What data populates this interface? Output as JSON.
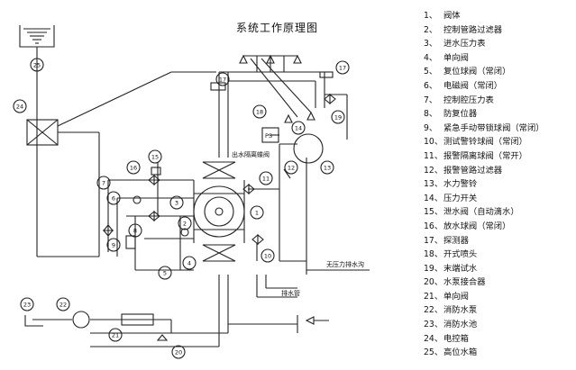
{
  "title": "系统工作原理图",
  "legend": [
    {
      "num": "1、",
      "label": "阀体"
    },
    {
      "num": "2、",
      "label": "控制管路过滤器"
    },
    {
      "num": "3、",
      "label": "进水压力表"
    },
    {
      "num": "4、",
      "label": "单向阀"
    },
    {
      "num": "5、",
      "label": "复位球阀（常闭）"
    },
    {
      "num": "6、",
      "label": "电磁阀（常闭）"
    },
    {
      "num": "7、",
      "label": "控制腔压力表"
    },
    {
      "num": "8、",
      "label": "防复位器"
    },
    {
      "num": "9、",
      "label": "紧急手动带锁球阀（常闭）"
    },
    {
      "num": "10、",
      "label": "测试警铃球阀（常闭）"
    },
    {
      "num": "11、",
      "label": "报警隔离球阀（常开）"
    },
    {
      "num": "12、",
      "label": "报警管路过滤器"
    },
    {
      "num": "13、",
      "label": "水力警铃"
    },
    {
      "num": "14、",
      "label": "压力开关"
    },
    {
      "num": "15、",
      "label": "泄水阀（自动滴水）"
    },
    {
      "num": "16、",
      "label": "放水球阀（常闭）"
    },
    {
      "num": "17、",
      "label": "探测器"
    },
    {
      "num": "18、",
      "label": "开式喷头"
    },
    {
      "num": "19、",
      "label": "末端试水"
    },
    {
      "num": "20、",
      "label": "水泵接合器"
    },
    {
      "num": "21、",
      "label": "单向阀"
    },
    {
      "num": "22、",
      "label": "消防水泵"
    },
    {
      "num": "23、",
      "label": "消防水池"
    },
    {
      "num": "24、",
      "label": "电控箱"
    },
    {
      "num": "25、",
      "label": "高位水箱"
    }
  ],
  "labels": {
    "outlet_valve": "出水隔离蝶阀",
    "no_pressure_drain": "无压力排水沟",
    "drain_pipe": "排水管",
    "ps": "PS"
  },
  "callouts": [
    "1",
    "2",
    "3",
    "4",
    "5",
    "6",
    "7",
    "8",
    "9",
    "10",
    "11",
    "12",
    "13",
    "14",
    "15",
    "16",
    "17",
    "17",
    "18",
    "19",
    "20",
    "21",
    "22",
    "23",
    "24",
    "25"
  ]
}
